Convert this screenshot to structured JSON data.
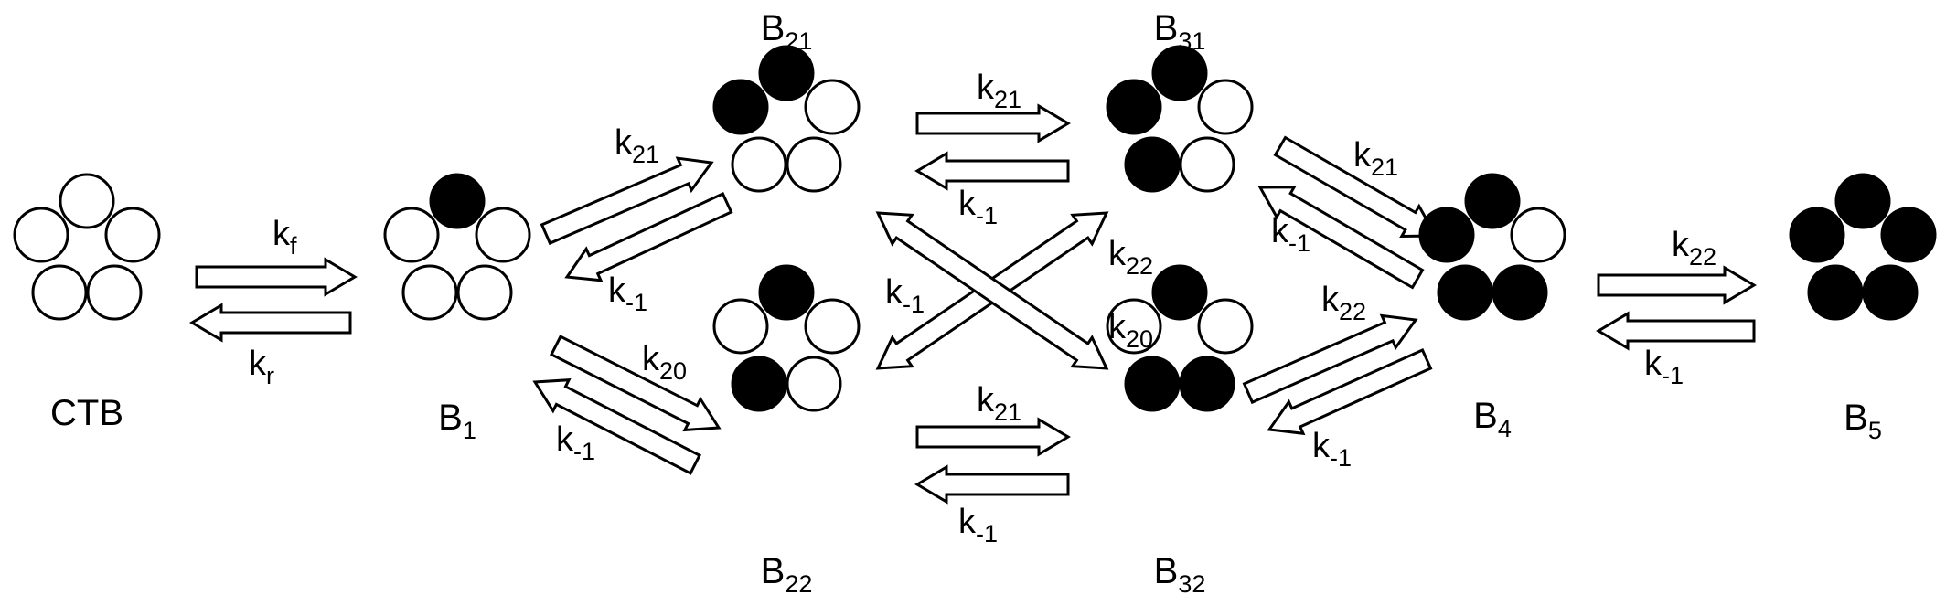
{
  "states": [
    {
      "id": "CTB",
      "label": "CTB",
      "sub": "",
      "filled": [
        false,
        false,
        false,
        false,
        false
      ]
    },
    {
      "id": "B1",
      "label": "B",
      "sub": "1",
      "filled": [
        true,
        false,
        false,
        false,
        false
      ]
    },
    {
      "id": "B21",
      "label": "B",
      "sub": "21",
      "filled": [
        true,
        true,
        false,
        false,
        false
      ]
    },
    {
      "id": "B22",
      "label": "B",
      "sub": "22",
      "filled": [
        true,
        false,
        false,
        true,
        false
      ]
    },
    {
      "id": "B31",
      "label": "B",
      "sub": "31",
      "filled": [
        true,
        true,
        false,
        true,
        false
      ]
    },
    {
      "id": "B32",
      "label": "B",
      "sub": "32",
      "filled": [
        true,
        false,
        false,
        true,
        true
      ]
    },
    {
      "id": "B4",
      "label": "B",
      "sub": "4",
      "filled": [
        true,
        true,
        false,
        true,
        true
      ]
    },
    {
      "id": "B5",
      "label": "B",
      "sub": "5",
      "filled": [
        true,
        true,
        true,
        true,
        true
      ]
    }
  ],
  "rates": [
    {
      "id": "kf",
      "k": "k",
      "sub": "f"
    },
    {
      "id": "kr",
      "k": "k",
      "sub": "r"
    },
    {
      "id": "B1-B21-fwd",
      "k": "k",
      "sub": "21"
    },
    {
      "id": "B1-B21-rev",
      "k": "k",
      "sub": "-1"
    },
    {
      "id": "B1-B22-fwd",
      "k": "k",
      "sub": "20"
    },
    {
      "id": "B1-B22-rev",
      "k": "k",
      "sub": "-1"
    },
    {
      "id": "B21-B31-fwd",
      "k": "k",
      "sub": "21"
    },
    {
      "id": "B21-B31-rev",
      "k": "k",
      "sub": "-1"
    },
    {
      "id": "B22-B32-fwd",
      "k": "k",
      "sub": "21"
    },
    {
      "id": "B22-B32-rev",
      "k": "k",
      "sub": "-1"
    },
    {
      "id": "cross-k22",
      "k": "k",
      "sub": "22"
    },
    {
      "id": "cross-k20",
      "k": "k",
      "sub": "20"
    },
    {
      "id": "cross-k-1",
      "k": "k",
      "sub": "-1"
    },
    {
      "id": "B31-B4-fwd",
      "k": "k",
      "sub": "21"
    },
    {
      "id": "B31-B4-rev",
      "k": "k",
      "sub": "-1"
    },
    {
      "id": "B32-B4-fwd",
      "k": "k",
      "sub": "22"
    },
    {
      "id": "B32-B4-rev",
      "k": "k",
      "sub": "-1"
    },
    {
      "id": "B4-B5-fwd",
      "k": "k",
      "sub": "22"
    },
    {
      "id": "B4-B5-rev",
      "k": "k",
      "sub": "-1"
    }
  ],
  "colors": {
    "filled": "#000000",
    "empty": "#ffffff",
    "stroke": "#000000"
  }
}
